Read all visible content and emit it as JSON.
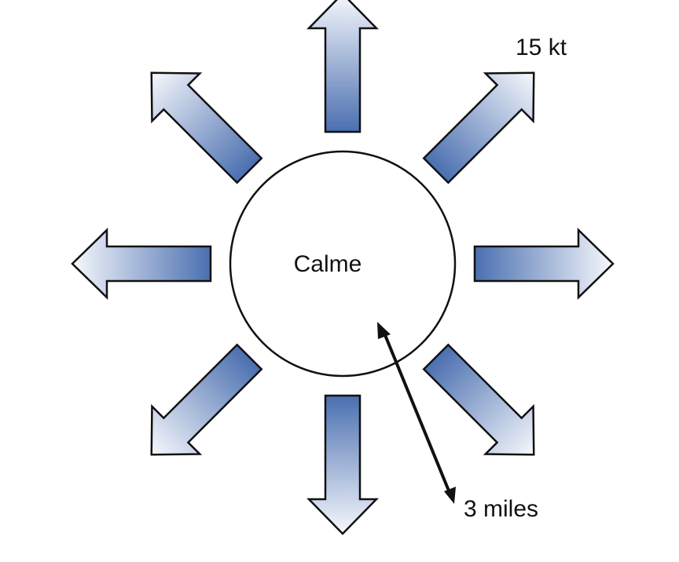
{
  "center": {
    "label": "Calme"
  },
  "wind_speed": "15 kt",
  "radius": "3 miles",
  "colors": {
    "arrow_inner": "#4a6fb0",
    "arrow_outer": "#f6f8fc",
    "stroke": "#111111"
  },
  "arrows": [
    {
      "direction": "north"
    },
    {
      "direction": "northeast"
    },
    {
      "direction": "east"
    },
    {
      "direction": "southeast"
    },
    {
      "direction": "south"
    },
    {
      "direction": "southwest"
    },
    {
      "direction": "west"
    },
    {
      "direction": "northwest"
    }
  ]
}
